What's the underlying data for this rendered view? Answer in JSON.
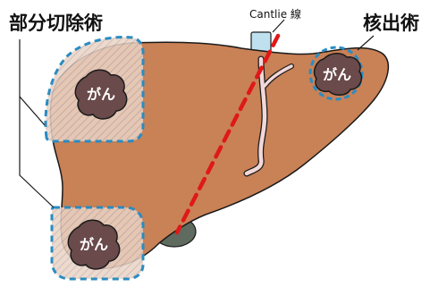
{
  "labels": {
    "partial_resection": "部分切除術",
    "enucleation": "核出術",
    "cantlie_line": "Cantlie 線"
  },
  "tumors": [
    {
      "id": "upper-left",
      "label": "がん"
    },
    {
      "id": "lower-left",
      "label": "がん"
    },
    {
      "id": "right",
      "label": "がん"
    }
  ],
  "colors": {
    "liver_fill": "#c98156",
    "liver_stroke": "#1a1a1a",
    "tumor_fill": "#6a4a4a",
    "resection_outline": "#2a8cc2",
    "resection_hatch": "#b9c7d6",
    "cantlie_line": "#e01818",
    "vessel": "#f2d8d8",
    "vena_cava": "#bfe0ee",
    "gallbladder": "#5f6b5e"
  }
}
